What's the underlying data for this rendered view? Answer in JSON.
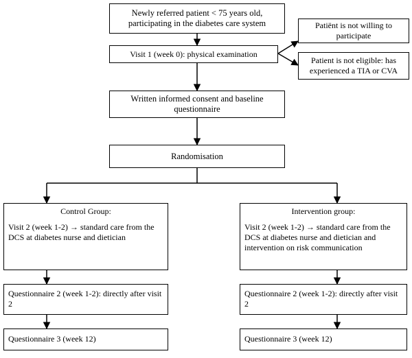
{
  "nodes": {
    "referral": "Newly referred patient < 75 years old, participating in the diabetes care system",
    "visit1": "Visit 1 (week 0): physical examination",
    "not_willing": "Patiënt is not willing to participate",
    "not_eligible": "Patient is not eligible: has experienced a TIA or CVA",
    "consent": "Written informed consent and baseline questionnaire",
    "randomisation": "Randomisation",
    "control_title": "Control Group:",
    "control_desc": "Visit 2 (week 1-2) → standard care from the DCS at diabetes nurse and dietician",
    "intervention_title": "Intervention group:",
    "intervention_desc": "Visit 2 (week 1-2) → standard care from the DCS at diabetes nurse and dietician and intervention on risk communication",
    "control_q2": "Questionnaire 2 (week 1-2): directly after visit 2",
    "intervention_q2": "Questionnaire 2 (week 1-2): directly after visit 2",
    "control_q3": "Questionnaire 3 (week 12)",
    "intervention_q3": "Questionnaire 3 (week 12)"
  }
}
